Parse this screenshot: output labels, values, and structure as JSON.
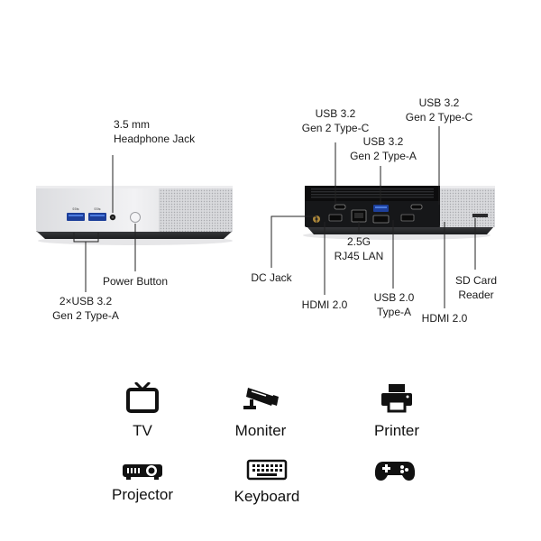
{
  "callouts": {
    "headphone": [
      "3.5 mm",
      "Headphone Jack"
    ],
    "front_usb": [
      "2×USB 3.2",
      "Gen 2  Type-A"
    ],
    "power": [
      "Power Button"
    ],
    "usb_c_mid": [
      "USB 3.2",
      "Gen 2 Type-C"
    ],
    "usb_a_rear": [
      "USB 3.2",
      "Gen 2 Type-A"
    ],
    "usb_c_right": [
      "USB 3.2",
      "Gen 2 Type-C"
    ],
    "dc_jack": [
      "DC Jack"
    ],
    "lan": [
      "2.5G",
      "RJ45 LAN"
    ],
    "hdmi_left": [
      "HDMI 2.0"
    ],
    "usb2": [
      "USB 2.0",
      "Type-A"
    ],
    "hdmi_right": [
      "HDMI 2.0"
    ],
    "sd": [
      "SD Card",
      "Reader"
    ]
  },
  "devices": [
    {
      "label": "TV",
      "icon": "tv-icon"
    },
    {
      "label": "Moniter",
      "icon": "security-camera-icon"
    },
    {
      "label": "Printer",
      "icon": "printer-icon"
    },
    {
      "label": "Projector",
      "icon": "projector-icon"
    },
    {
      "label": "Keyboard",
      "icon": "keyboard-icon"
    },
    {
      "label": "",
      "icon": "gamepad-icon"
    }
  ]
}
